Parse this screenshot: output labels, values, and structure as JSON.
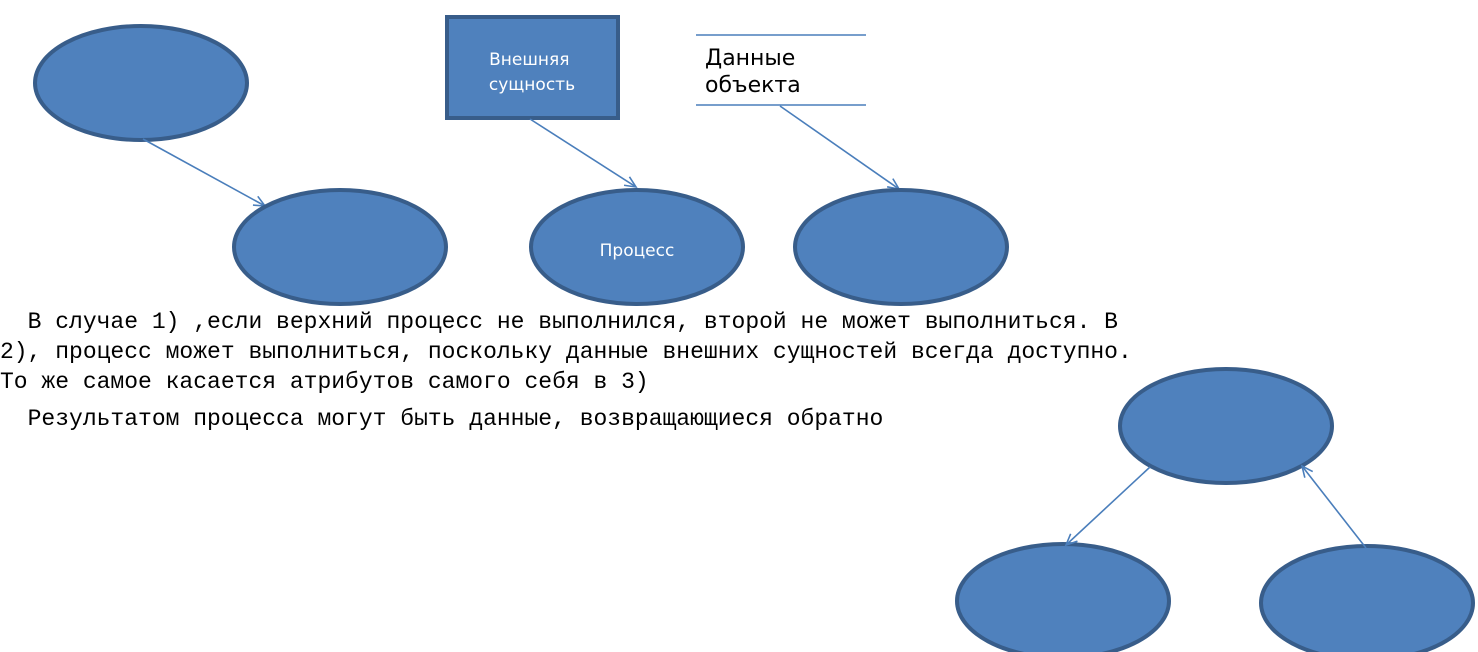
{
  "diagram": {
    "entity_label": [
      "Внешняя",
      "сущность"
    ],
    "process_label": "Процесс",
    "store_label": [
      "Данные",
      "объекта"
    ]
  },
  "text": {
    "para1_line1": "  В случае 1) ,если верхний процесс не выполнился, второй не может выполниться. В",
    "para1_line2": "2), процесс может выполниться, поскольку данные внешних сущностей всегда доступно.",
    "para1_line3": "То же самое касается атрибутов самого себя в 3)",
    "para2": "  Результатом процесса могут быть данные, возвращающиеся обратно"
  },
  "colors": {
    "shape_fill": "#4f81bd",
    "shape_stroke": "#385d8a",
    "connector": "#4a7ebb"
  }
}
